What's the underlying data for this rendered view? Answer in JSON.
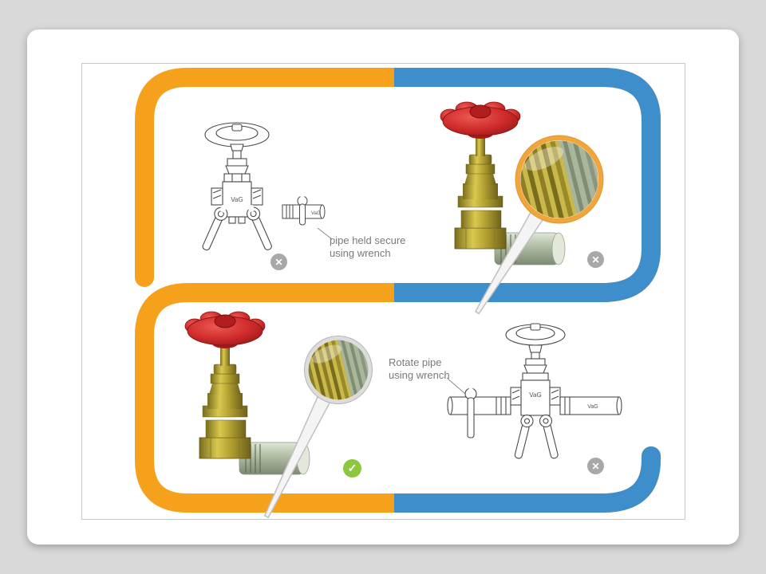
{
  "slide": {
    "background_color": "#d9d9d9",
    "card_color": "#ffffff"
  },
  "colors": {
    "path_orange": "#F5A11B",
    "path_blue": "#3E8ECB",
    "incorrect_gray": "#A8A8A8",
    "correct_green": "#8DC63F",
    "wheel_red": "#CF2B2B",
    "caption_gray": "#7A7A7A"
  },
  "icons": {
    "x_glyph": "✕",
    "check_glyph": "✓"
  },
  "brand": "VaG",
  "panels": [
    {
      "name": "hold-pipe-with-wrench-diagram",
      "caption_line1": "pipe held secure",
      "caption_line2": "using wrench",
      "verdict": "incorrect"
    },
    {
      "name": "overtightened-valve-photo",
      "verdict": "incorrect"
    },
    {
      "name": "correct-installation-photo",
      "verdict": "correct"
    },
    {
      "name": "rotate-pipe-with-wrench-diagram",
      "caption_line1": "Rotate pipe",
      "caption_line2": "using wrench",
      "verdict": "incorrect"
    }
  ]
}
